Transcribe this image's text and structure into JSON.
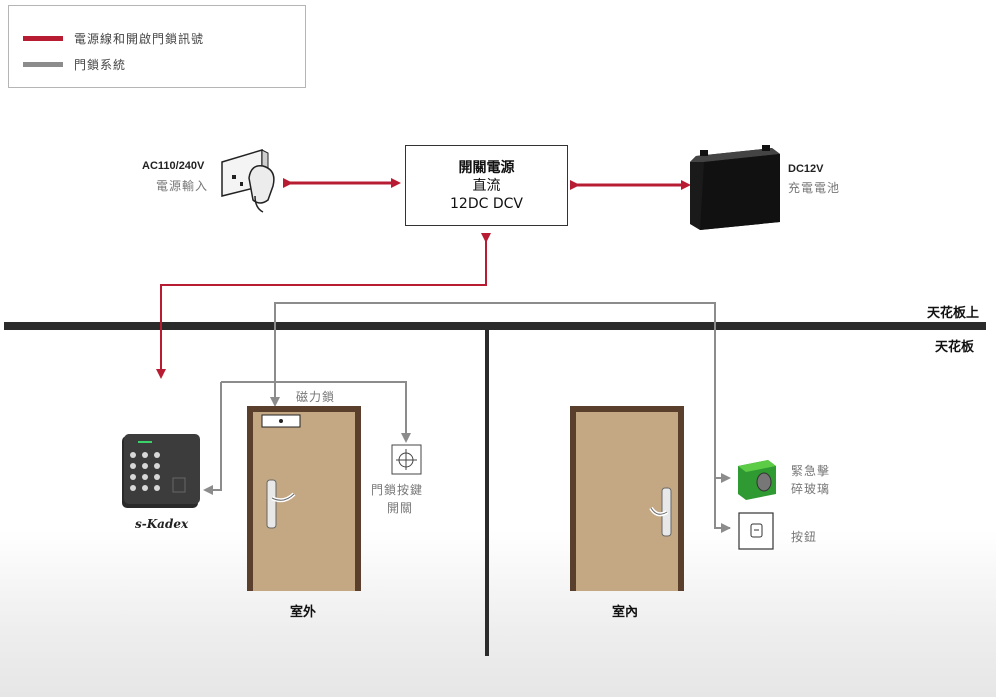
{
  "legend": {
    "items": [
      {
        "label": "電源線和開啟門鎖訊號",
        "color": "#b71c33"
      },
      {
        "label": "門鎖系統",
        "color": "#8c8c8c"
      }
    ]
  },
  "power_input": {
    "title": "AC110/240V",
    "subtitle": "電源輸入"
  },
  "power_supply": {
    "line1": "開關電源",
    "line2": "直流",
    "line3": "12DC DCV"
  },
  "battery": {
    "title": "DC12V",
    "subtitle": "充電電池"
  },
  "ceiling": {
    "above": "天花板上",
    "below": "天花板"
  },
  "magnetic_lock": {
    "label": "磁力鎖"
  },
  "exit_button": {
    "line1": "門鎖按鍵",
    "line2": "開關"
  },
  "emergency_break_glass": {
    "line1": "緊急擊",
    "line2": "碎玻璃"
  },
  "push_button": {
    "label": "按鈕"
  },
  "keypad": {
    "brand": "s-Kadex"
  },
  "rooms": {
    "outside": "室外",
    "inside": "室內"
  },
  "colors": {
    "red": "#b71c33",
    "gray": "#8c8c8c",
    "door": "#c4a883",
    "door_frame": "#5a3f2c",
    "ceiling": "#2b2b2b"
  }
}
